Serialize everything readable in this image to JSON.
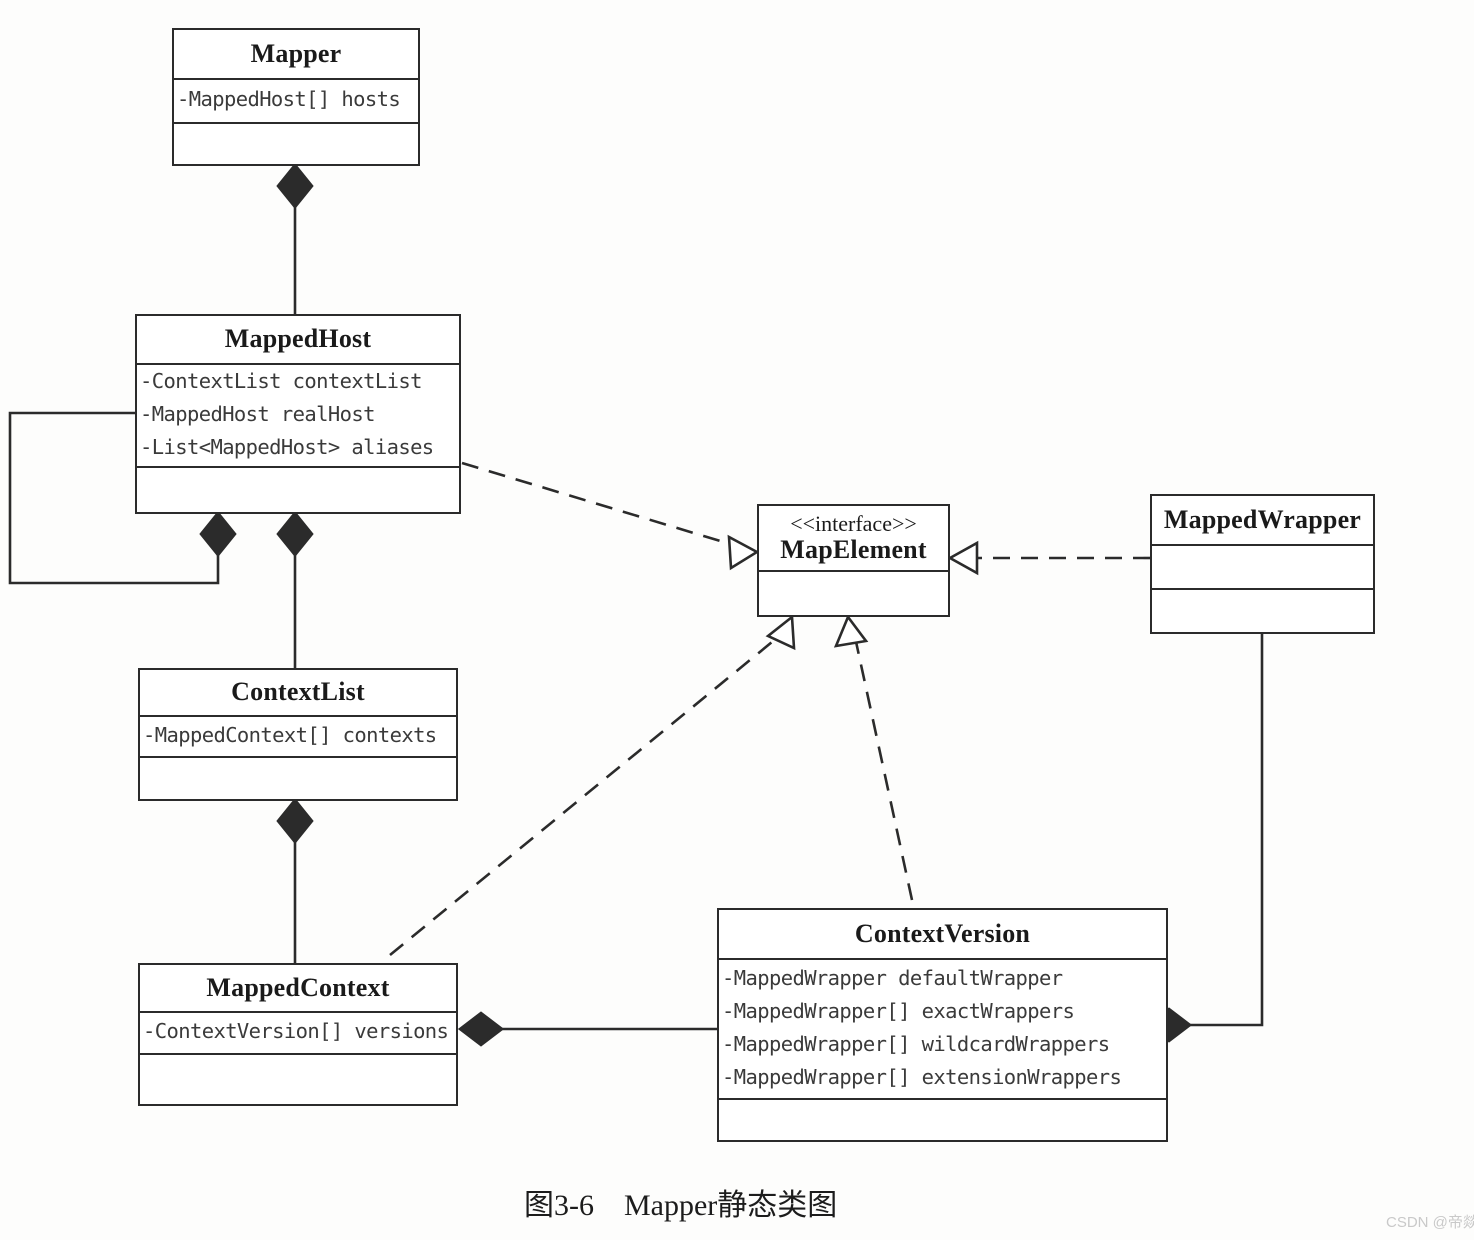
{
  "diagram": {
    "caption": "图3-6    Mapper静态类图",
    "watermark": "CSDN @帝燚",
    "stroke_color": "#2b2b2b",
    "background_color": "#fdfdfc",
    "classes": [
      {
        "id": "mapper",
        "name": "Mapper",
        "stereotype": "",
        "attributes": [
          "-MappedHost[] hosts"
        ],
        "operations": []
      },
      {
        "id": "mappedhost",
        "name": "MappedHost",
        "stereotype": "",
        "attributes": [
          "-ContextList contextList",
          "-MappedHost realHost",
          "-List<MappedHost> aliases"
        ],
        "operations": []
      },
      {
        "id": "contextlist",
        "name": "ContextList",
        "stereotype": "",
        "attributes": [
          "-MappedContext[] contexts"
        ],
        "operations": []
      },
      {
        "id": "mappedcontext",
        "name": "MappedContext",
        "stereotype": "",
        "attributes": [
          "-ContextVersion[] versions"
        ],
        "operations": []
      },
      {
        "id": "mapelement",
        "name": "MapElement",
        "stereotype": "<<interface>>",
        "attributes": [],
        "operations": []
      },
      {
        "id": "mappedwrapper",
        "name": "MappedWrapper",
        "stereotype": "",
        "attributes": [],
        "operations": []
      },
      {
        "id": "contextversion",
        "name": "ContextVersion",
        "stereotype": "",
        "attributes": [
          "-MappedWrapper defaultWrapper",
          "-MappedWrapper[] exactWrappers",
          "-MappedWrapper[] wildcardWrappers",
          "-MappedWrapper[] extensionWrappers"
        ],
        "operations": []
      }
    ],
    "relationships": [
      {
        "from": "mapper",
        "to": "mappedhost",
        "type": "composition"
      },
      {
        "from": "mappedhost",
        "to": "mappedhost",
        "type": "composition"
      },
      {
        "from": "mappedhost",
        "to": "contextlist",
        "type": "composition"
      },
      {
        "from": "contextlist",
        "to": "mappedcontext",
        "type": "composition"
      },
      {
        "from": "mappedcontext",
        "to": "contextversion",
        "type": "composition"
      },
      {
        "from": "contextversion",
        "to": "mappedwrapper",
        "type": "composition"
      },
      {
        "from": "mappedhost",
        "to": "mapelement",
        "type": "realization"
      },
      {
        "from": "mappedcontext",
        "to": "mapelement",
        "type": "realization"
      },
      {
        "from": "contextversion",
        "to": "mapelement",
        "type": "realization"
      },
      {
        "from": "mappedwrapper",
        "to": "mapelement",
        "type": "realization"
      }
    ]
  }
}
